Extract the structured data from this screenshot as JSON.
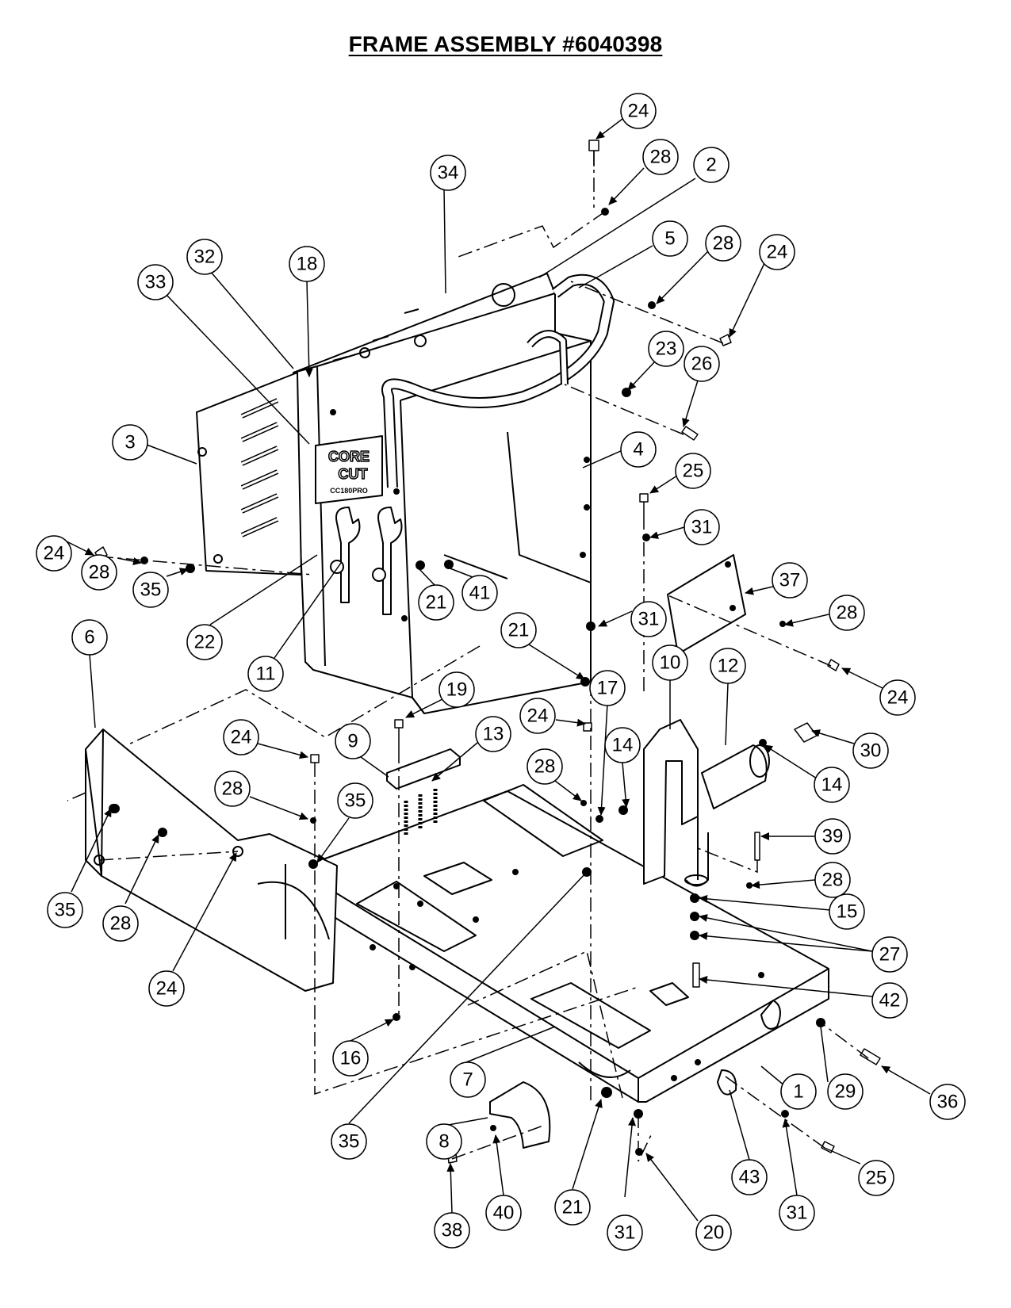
{
  "title": "FRAME ASSEMBLY #6040398",
  "logo": {
    "line1": "CORE",
    "line2": "CUT",
    "line3": "CC180PRO"
  },
  "callouts": [
    {
      "label": "24"
    },
    {
      "label": "28"
    },
    {
      "label": "2"
    },
    {
      "label": "34"
    },
    {
      "label": "5"
    },
    {
      "label": "28"
    },
    {
      "label": "24"
    },
    {
      "label": "32"
    },
    {
      "label": "18"
    },
    {
      "label": "33"
    },
    {
      "label": "23"
    },
    {
      "label": "26"
    },
    {
      "label": "3"
    },
    {
      "label": "4"
    },
    {
      "label": "25"
    },
    {
      "label": "24"
    },
    {
      "label": "28"
    },
    {
      "label": "35"
    },
    {
      "label": "21"
    },
    {
      "label": "41"
    },
    {
      "label": "31"
    },
    {
      "label": "37"
    },
    {
      "label": "28"
    },
    {
      "label": "22"
    },
    {
      "label": "11"
    },
    {
      "label": "21"
    },
    {
      "label": "31"
    },
    {
      "label": "24"
    },
    {
      "label": "6"
    },
    {
      "label": "19"
    },
    {
      "label": "24"
    },
    {
      "label": "17"
    },
    {
      "label": "10"
    },
    {
      "label": "12"
    },
    {
      "label": "30"
    },
    {
      "label": "24"
    },
    {
      "label": "9"
    },
    {
      "label": "13"
    },
    {
      "label": "14"
    },
    {
      "label": "14"
    },
    {
      "label": "28"
    },
    {
      "label": "28"
    },
    {
      "label": "35"
    },
    {
      "label": "39"
    },
    {
      "label": "28"
    },
    {
      "label": "35"
    },
    {
      "label": "28"
    },
    {
      "label": "24"
    },
    {
      "label": "15"
    },
    {
      "label": "27"
    },
    {
      "label": "42"
    },
    {
      "label": "16"
    },
    {
      "label": "7"
    },
    {
      "label": "1"
    },
    {
      "label": "29"
    },
    {
      "label": "36"
    },
    {
      "label": "8"
    },
    {
      "label": "35"
    },
    {
      "label": "43"
    },
    {
      "label": "25"
    },
    {
      "label": "40"
    },
    {
      "label": "21"
    },
    {
      "label": "31"
    },
    {
      "label": "38"
    },
    {
      "label": "31"
    },
    {
      "label": "20"
    }
  ]
}
